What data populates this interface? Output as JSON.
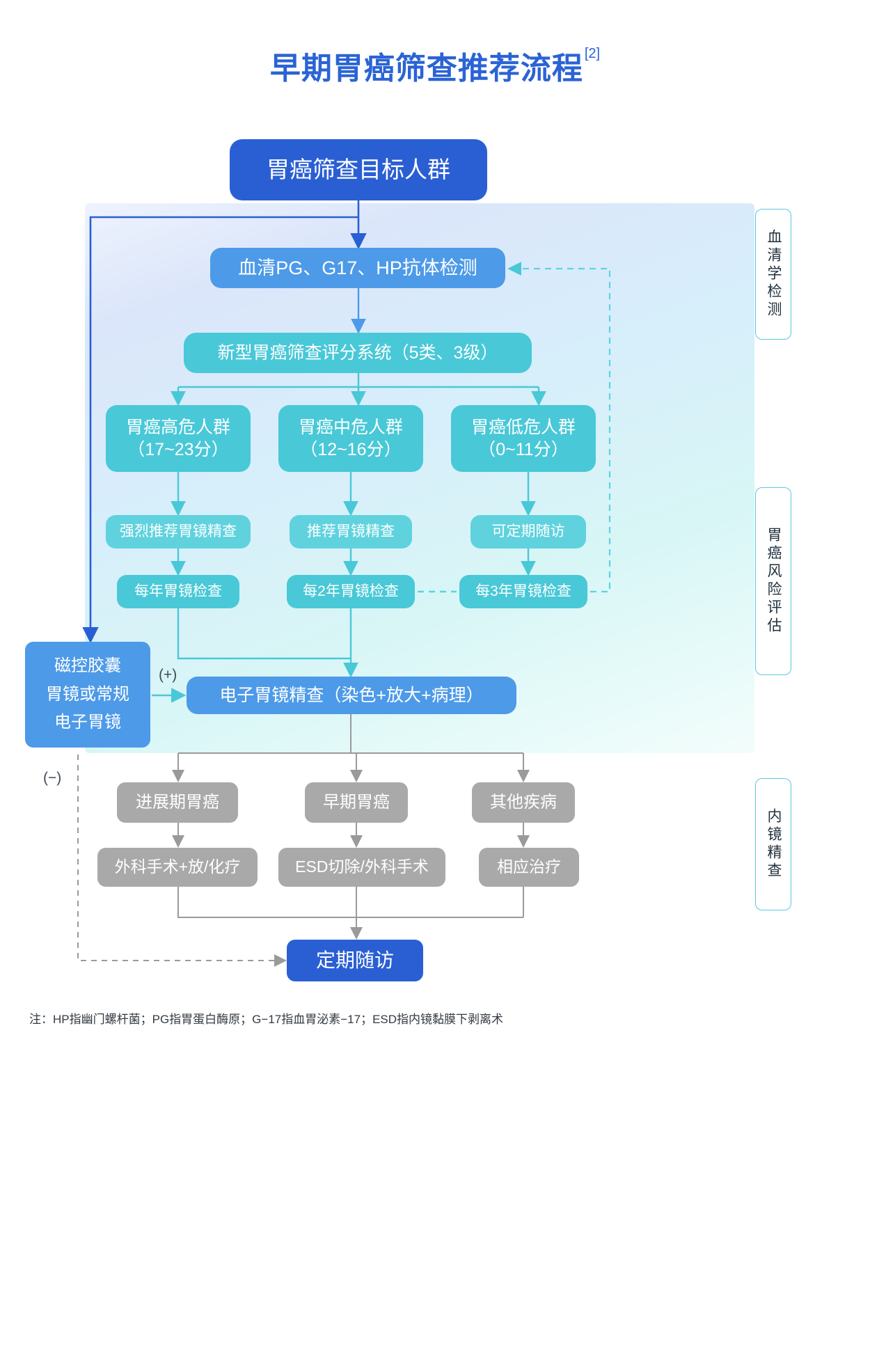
{
  "title": {
    "text": "早期胃癌筛查推荐流程",
    "superscript": "[2]",
    "color": "#2a63d4"
  },
  "side_labels": {
    "serum": "血清学检测",
    "risk": "胃癌风险评估",
    "endoscopy": "内镜精查"
  },
  "nodes": {
    "target_population": "胃癌筛查目标人群",
    "serum_test": "血清PG、G17、HP抗体检测",
    "score_system": "新型胃癌筛查评分系统（5类、3级）",
    "risk_high": "胃癌高危人群\n（17~23分）",
    "risk_high_l1": "胃癌高危人群",
    "risk_high_l2": "（17~23分）",
    "risk_mid_l1": "胃癌中危人群",
    "risk_mid_l2": "（12~16分）",
    "risk_low_l1": "胃癌低危人群",
    "risk_low_l2": "（0~11分）",
    "rec_high": "强烈推荐胃镜精查",
    "rec_mid": "推荐胃镜精查",
    "rec_low": "可定期随访",
    "interval_high": "每年胃镜检查",
    "interval_mid": "每2年胃镜检查",
    "interval_low": "每3年胃镜检查",
    "capsule_l1": "磁控胶囊",
    "capsule_l2": "胃镜或常规",
    "capsule_l3": "电子胃镜",
    "egd_detail": "电子胃镜精查（染色+放大+病理）",
    "advanced_cancer": "进展期胃癌",
    "early_cancer": "早期胃癌",
    "other_disease": "其他疾病",
    "tx_advanced": "外科手术+放/化疗",
    "tx_early": "ESD切除/外科手术",
    "tx_other": "相应治疗",
    "followup": "定期随访"
  },
  "signs": {
    "positive": "(+)",
    "negative": "(−)"
  },
  "footnote": "注：HP指幽门螺杆菌；PG指胃蛋白酶原；G−17指血胃泌素−17；ESD指内镜黏膜下剥离术",
  "colors": {
    "brand_blue": "#2a5fd4",
    "light_blue": "#4d9ae8",
    "teal": "#49c8d7",
    "gray": "#a9a9a9",
    "band_start": "#eef3fd",
    "band_end": "#f3fdfb"
  }
}
